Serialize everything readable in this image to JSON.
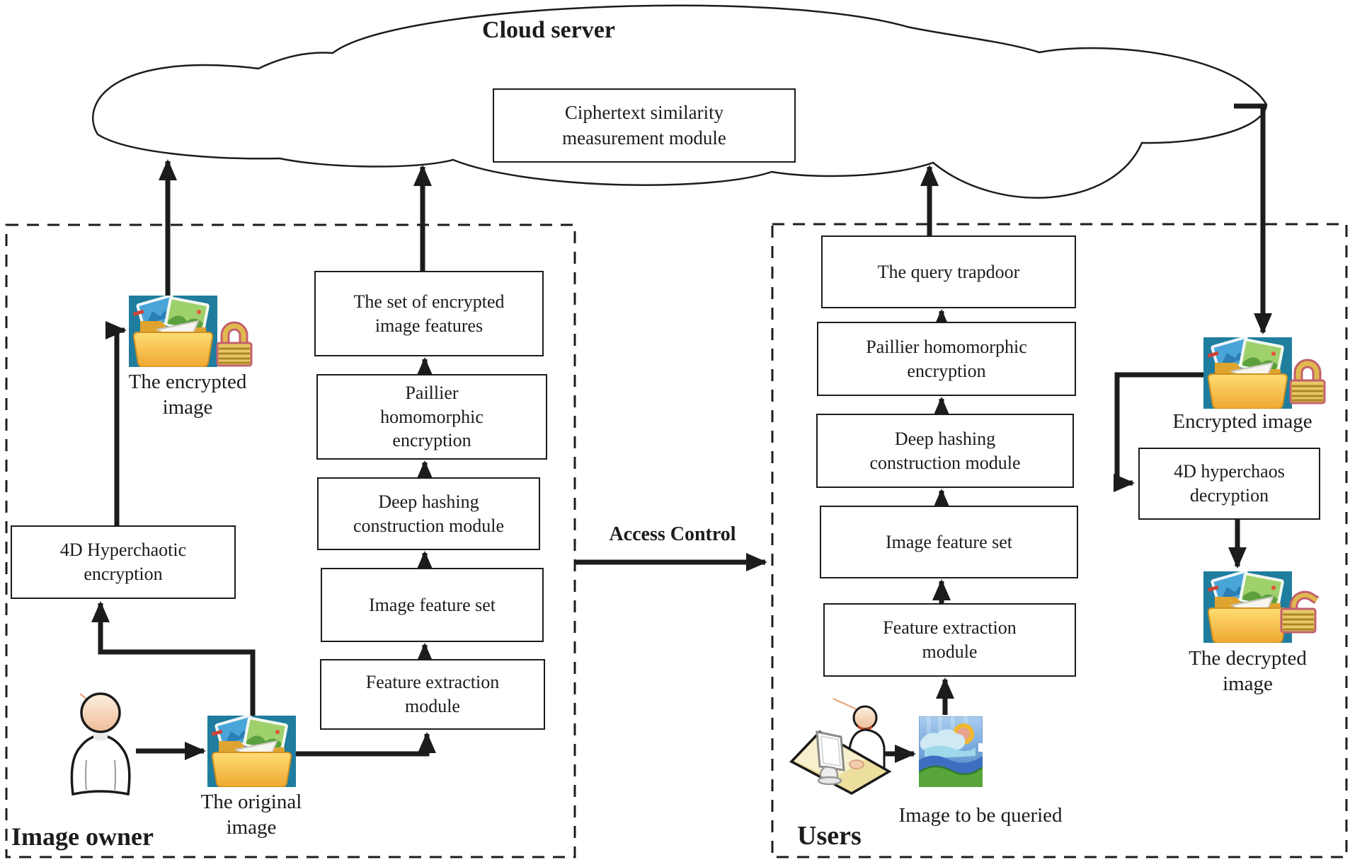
{
  "cloud": {
    "title": "Cloud server",
    "module_label": "Ciphertext similarity\nmeasurement module"
  },
  "image_owner": {
    "panel_label": "Image owner",
    "original_image_label": "The original\nimage",
    "encryption_box_label": "4D Hyperchaotic\nencryption",
    "encrypted_image_label": "The encrypted\nimage",
    "flow_boxes": [
      {
        "label": "Feature extraction\nmodule"
      },
      {
        "label": "Image feature set"
      },
      {
        "label": "Deep hashing\nconstruction module"
      },
      {
        "label": "Paillier\nhomomorphic\nencryption"
      },
      {
        "label": "The set of encrypted\nimage features"
      }
    ]
  },
  "access_control": {
    "label": "Access Control"
  },
  "users": {
    "panel_label": "Users",
    "query_image_label": "Image to be queried",
    "flow_boxes": [
      {
        "label": "Feature extraction\nmodule"
      },
      {
        "label": "Image feature set"
      },
      {
        "label": "Deep hashing\nconstruction module"
      },
      {
        "label": "Paillier homomorphic\nencryption"
      },
      {
        "label": "The query trapdoor"
      }
    ],
    "encrypted_image_label": "Encrypted image",
    "decryption_box_label": "4D hyperchaos\ndecryption",
    "decrypted_image_label": "The decrypted\nimage"
  },
  "icons": {
    "owner_person": "person-icon",
    "original_image": "image-folder-icon",
    "owner_encrypted_image": "image-folder-locked-icon",
    "user_at_computer": "person-at-computer-icon",
    "query_image": "landscape-image-icon",
    "user_encrypted_image": "image-folder-locked-icon",
    "decrypted_image": "image-folder-unlocked-icon"
  },
  "colors": {
    "line": "#1c1c1c",
    "background": "#ffffff",
    "folder_panel_blue": "#1f7d9e",
    "folder_gold": "#f2ae35",
    "lock_outline": "#c2606d",
    "lock_gold": "#e0b94e",
    "desk_tan": "#ecdf9e",
    "skin": "#f3cdae",
    "grass_green": "#57a53b",
    "sky_blue": "#6ea3d8",
    "sun_ring": "#f0b82e"
  }
}
